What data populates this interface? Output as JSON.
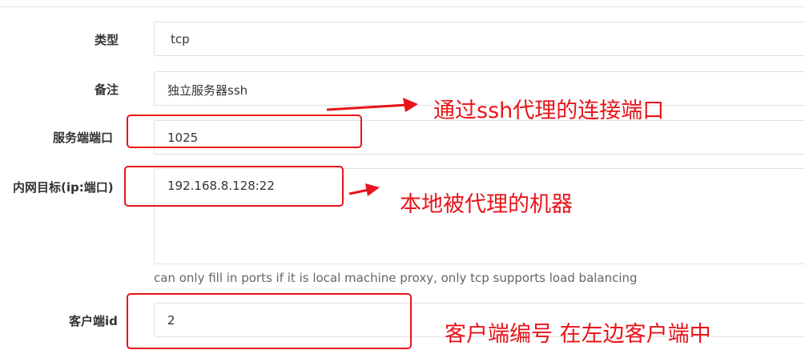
{
  "form": {
    "type": {
      "label": "类型",
      "value": "tcp"
    },
    "remark": {
      "label": "备注",
      "value": "独立服务器ssh"
    },
    "server_port": {
      "label": "服务端端口",
      "value": "1025"
    },
    "target": {
      "label": "内网目标(ip:端口)",
      "value": "192.168.8.128:22"
    },
    "target_hint": "can only fill in ports if it is local machine proxy, only tcp supports load balancing",
    "client_id": {
      "label": "客户端id",
      "value": "2"
    }
  },
  "annotations": {
    "server_port_note": "通过ssh代理的连接端口",
    "target_note": "本地被代理的机器",
    "client_id_note": "客户端编号 在左边客户端中"
  },
  "colors": {
    "annotation_red": "#e8141a",
    "border_gray": "#e2e2e2"
  }
}
